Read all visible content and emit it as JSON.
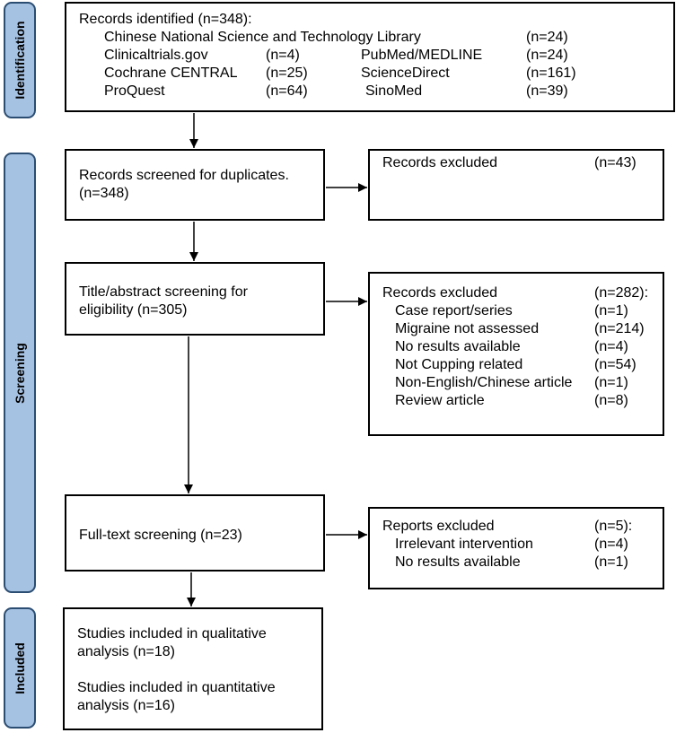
{
  "phases": {
    "identification": "Identification",
    "screening": "Screening",
    "included": "Included"
  },
  "identified": {
    "title": "Records identified (n=348):",
    "sources": [
      {
        "name": "Chinese National Science and Technology Library",
        "count": "(n=24)"
      },
      {
        "name": "Clinicaltrials.gov",
        "count": "(n=4)"
      },
      {
        "name": "PubMed/MEDLINE",
        "count": "(n=24)"
      },
      {
        "name": "Cochrane CENTRAL",
        "count": "(n=25)"
      },
      {
        "name": "ScienceDirect",
        "count": "(n=161)"
      },
      {
        "name": "ProQuest",
        "count": "(n=64)"
      },
      {
        "name": "SinoMed",
        "count": "(n=39)"
      }
    ]
  },
  "screened_duplicates": {
    "line1": "Records screened for duplicates.",
    "line2": "(n=348)"
  },
  "excluded_duplicates": {
    "label": "Records excluded",
    "count": "(n=43)"
  },
  "title_abstract": {
    "line1": "Title/abstract screening for",
    "line2": "eligibility (n=305)"
  },
  "excluded_title_abstract": {
    "label": "Records excluded",
    "count": "(n=282):",
    "reasons": [
      {
        "reason": "Case report/series",
        "count": "(n=1)"
      },
      {
        "reason": "Migraine not assessed",
        "count": "(n=214)"
      },
      {
        "reason": "No results available",
        "count": "(n=4)"
      },
      {
        "reason": "Not Cupping related",
        "count": "(n=54)"
      },
      {
        "reason": "Non-English/Chinese article",
        "count": "(n=1)"
      },
      {
        "reason": "Review article",
        "count": "(n=8)"
      }
    ]
  },
  "full_text": {
    "label": "Full-text screening (n=23)"
  },
  "excluded_full_text": {
    "label": "Reports excluded",
    "count": "(n=5):",
    "reasons": [
      {
        "reason": "Irrelevant intervention",
        "count": "(n=4)"
      },
      {
        "reason": "No results available",
        "count": "(n=1)"
      }
    ]
  },
  "included": {
    "qual_line1": "Studies included in qualitative",
    "qual_line2": "analysis (n=18)",
    "quant_line1": "Studies included in quantitative",
    "quant_line2": "analysis (n=16)"
  }
}
